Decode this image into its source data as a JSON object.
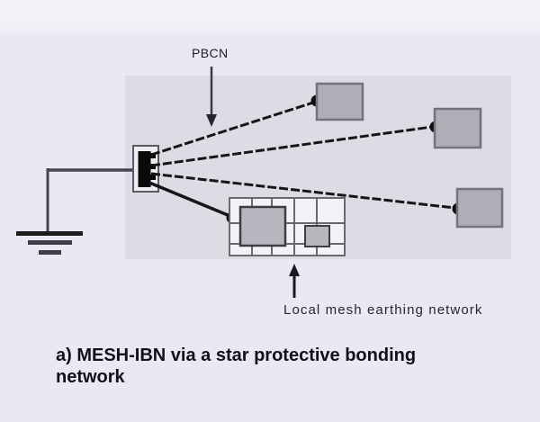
{
  "figure": {
    "pbcn_label": "PBCN",
    "mesh_label": "Local mesh earthing network",
    "caption_line1": "a) MESH-IBN via a star protective bonding",
    "caption_line2": "network"
  },
  "diagram": {
    "kind": "earthing-and-bonding-diagram",
    "star_point": "PBCN star bonding point",
    "equipment_boxes": 3,
    "mesh": "local mesh earthing network grid",
    "earth": "ground symbol",
    "colors": {
      "background": "#e9e9f5",
      "background_top_band": "#f1f1f8",
      "zone_fill": "#dcdce5",
      "box_fill": "#aeaeb6",
      "box_border": "#73737d",
      "inner_box_fill": "#b6b6be",
      "inner_box_border": "#3c3c44",
      "bond_line": "#16161a",
      "mesh_fill": "#f3f3f7",
      "mesh_grid": "#68686f",
      "star_bar": "#0a0a0a",
      "star_frame": "#5a5a64",
      "ground": "#45454d",
      "text": "#1b1b22"
    }
  }
}
